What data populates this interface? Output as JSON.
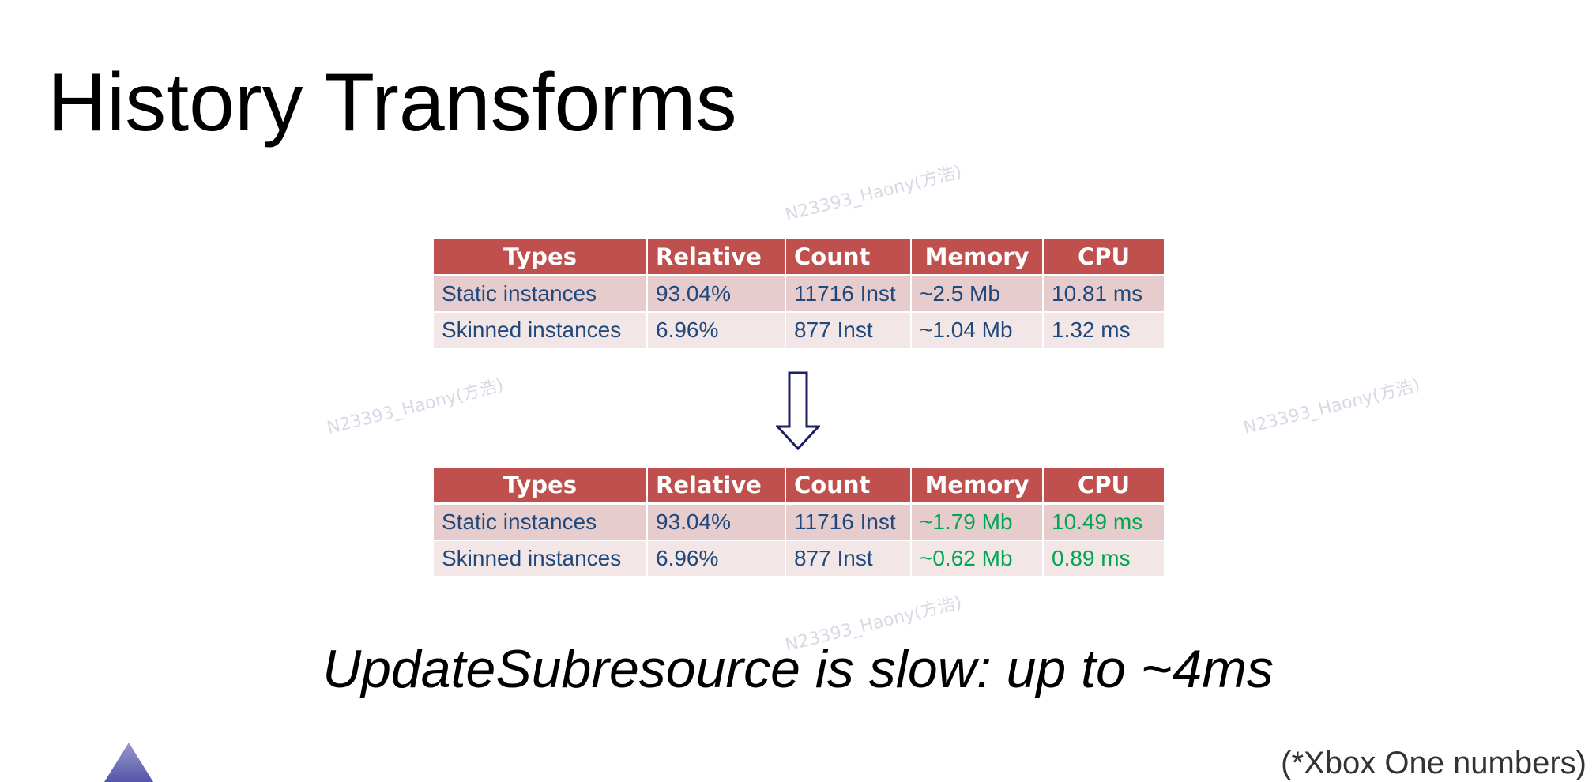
{
  "slide": {
    "title": "History Transforms",
    "note": "UpdateSubresource is slow: up to ~4ms",
    "footnote": "(*Xbox One numbers)",
    "watermark": "N23393_Haony(方浩)"
  },
  "tables": {
    "headers": [
      "Types",
      "Relative",
      "Count",
      "Memory",
      "CPU"
    ],
    "before": {
      "rows": [
        [
          "Static instances",
          "93.04%",
          "11716 Inst",
          "~2.5 Mb",
          "10.81 ms"
        ],
        [
          "Skinned instances",
          "6.96%",
          "877 Inst",
          "~1.04 Mb",
          "1.32 ms"
        ]
      ]
    },
    "after": {
      "rows": [
        [
          "Static instances",
          "93.04%",
          "11716 Inst",
          "~1.79 Mb",
          "10.49 ms"
        ],
        [
          "Skinned instances",
          "6.96%",
          "877 Inst",
          "~0.62 Mb",
          "0.89 ms"
        ]
      ]
    }
  },
  "colors": {
    "header_bg": "#c0504d",
    "row_odd": "#e6cccc",
    "row_even": "#f2e6e6",
    "text_blue": "#1f497d",
    "improved_green": "#00a651",
    "arrow": "#1f1f66",
    "logo": "#7777bb"
  },
  "icons": {
    "arrow": "down-arrow-icon",
    "logo": "triangle-logo-icon"
  }
}
